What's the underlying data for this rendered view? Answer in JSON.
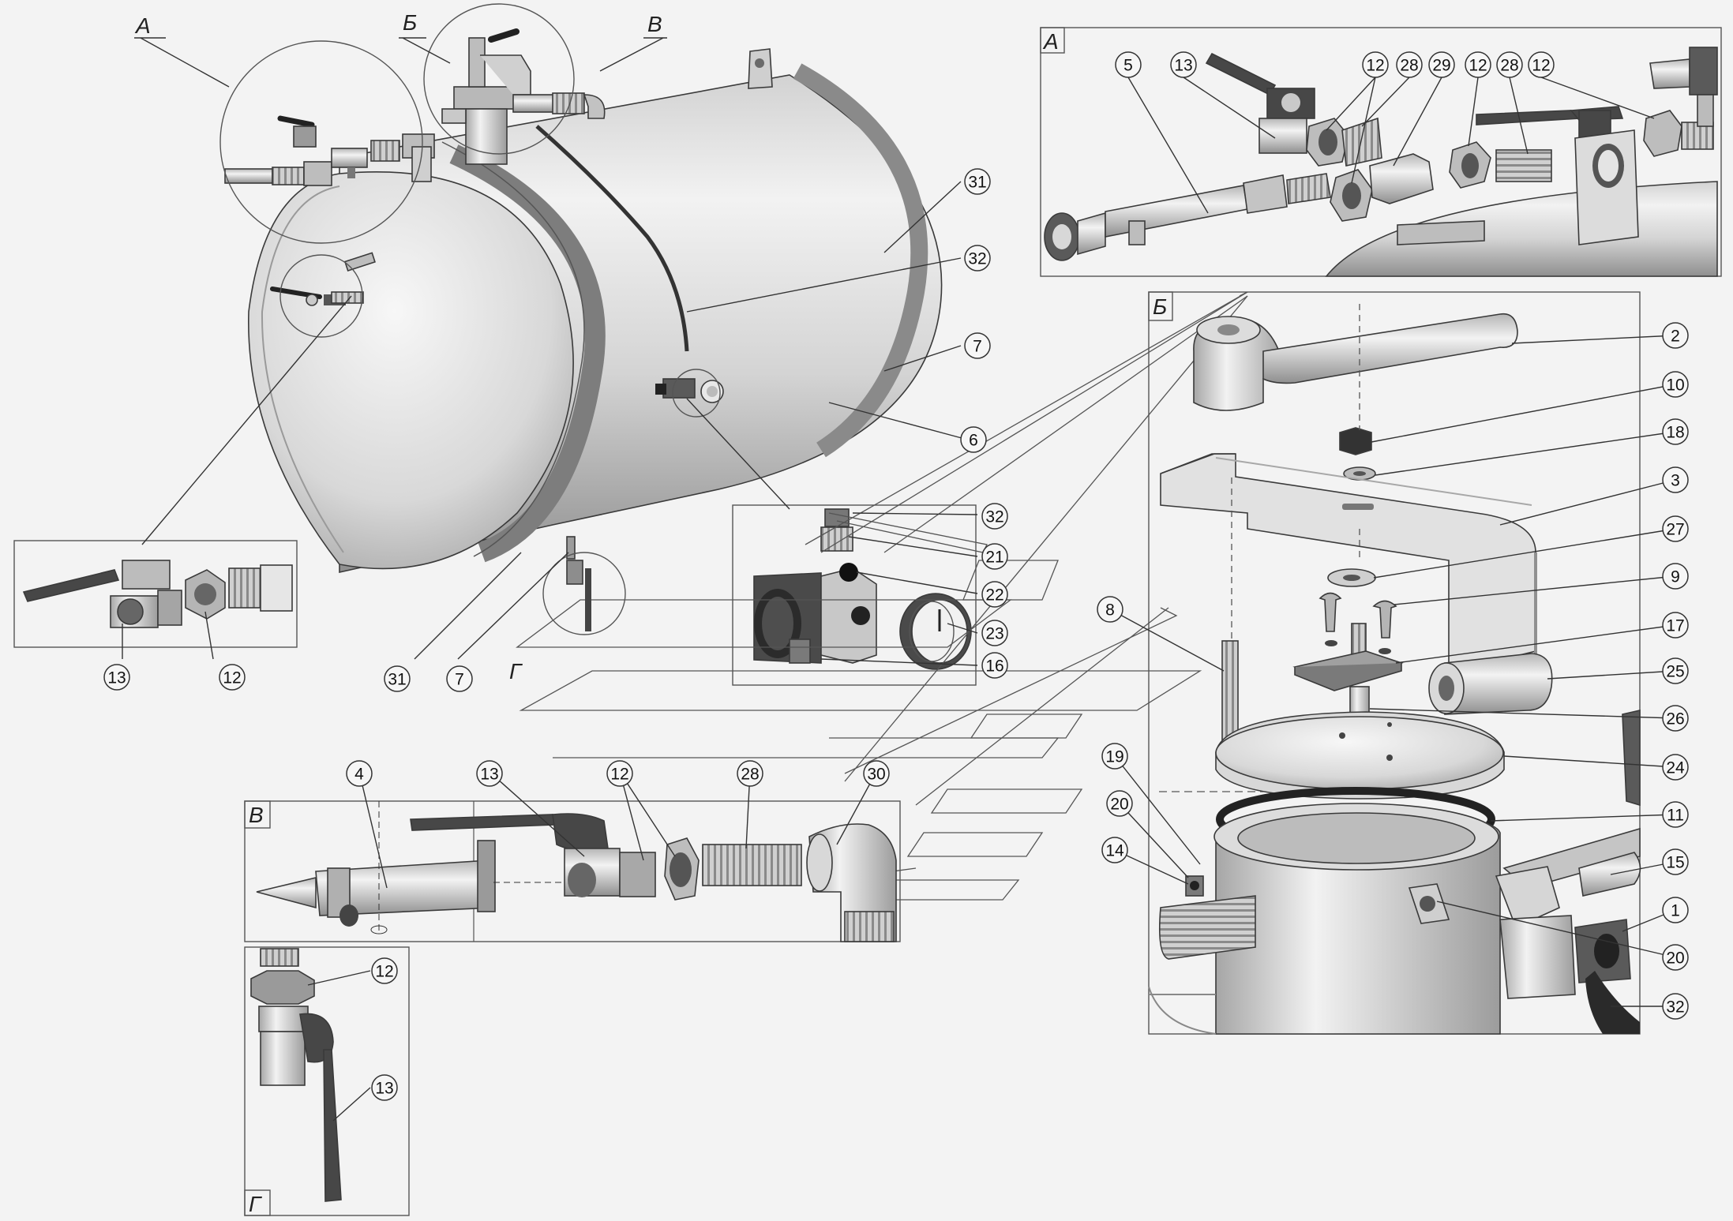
{
  "views": {
    "A": "А",
    "B": "Б",
    "V": "В",
    "G": "Г"
  },
  "part_numbers": {
    "main": [
      "31",
      "32",
      "7",
      "6",
      "31",
      "7"
    ],
    "left_inset": [
      "13",
      "12"
    ],
    "regulator": [
      "32",
      "21",
      "22",
      "23",
      "16"
    ],
    "view_a": [
      "5",
      "13",
      "12",
      "28",
      "29",
      "12",
      "28",
      "12"
    ],
    "view_b": [
      "2",
      "10",
      "18",
      "3",
      "27",
      "9",
      "17",
      "25",
      "26",
      "24",
      "11",
      "15",
      "1",
      "20",
      "32",
      "8",
      "19",
      "20",
      "14"
    ],
    "view_v": [
      "4",
      "13",
      "12",
      "28",
      "30"
    ],
    "view_g": [
      "12",
      "13"
    ]
  },
  "colors": {
    "background": "#f3f3f3",
    "metal_light": "#ececec",
    "metal_mid": "#c8c8c8",
    "metal_dark": "#8f8f8f",
    "handle": "#474747",
    "line": "#3a3a3a"
  }
}
